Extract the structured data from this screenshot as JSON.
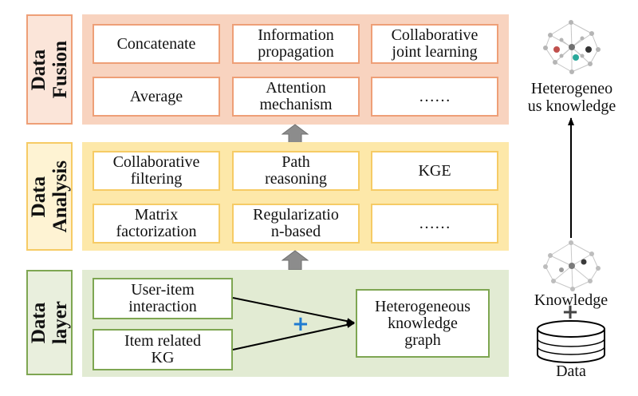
{
  "layers": {
    "fusion": {
      "label": "Data\nFusion",
      "boxes": [
        "Concatenate",
        "Information\npropagation",
        "Collaborative\njoint learning",
        "Average",
        "Attention\nmechanism",
        "……"
      ]
    },
    "analysis": {
      "label": "Data\nAnalysis",
      "boxes": [
        "Collaborative\nfiltering",
        "Path\nreasoning",
        "KGE",
        "Matrix\nfactorization",
        "Regularizatio\nn-based",
        "……"
      ]
    },
    "data": {
      "label": "Data\nlayer",
      "boxes": [
        "User-item\ninteraction",
        "Item related\nKG",
        "Heterogeneous\nknowledge\ngraph"
      ],
      "plus": "+"
    }
  },
  "right": {
    "heterogeneous_label": "Heterogeneo\nus knowledge",
    "knowledge_label": "Knowledge",
    "plus": "+",
    "data_label": "Data"
  },
  "colors": {
    "fusion_bg": "#f8d3bf",
    "fusion_border": "#ee9f77",
    "analysis_bg": "#fde8a9",
    "analysis_border": "#f6cb65",
    "data_bg": "#e2ebd3",
    "data_border": "#7ea652",
    "plus_blue": "#1f7bd1"
  }
}
